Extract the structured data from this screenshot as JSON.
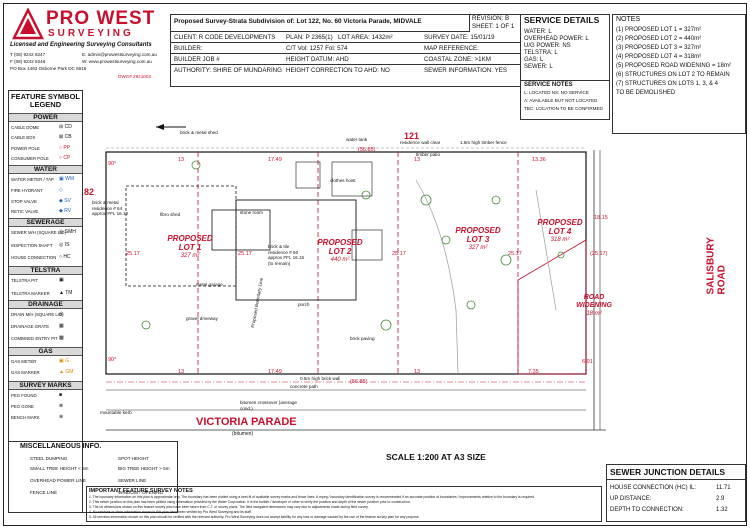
{
  "company": {
    "name": "PRO WEST",
    "subtitle": "SURVEYING",
    "tagline": "Licensed and Engineering Surveying Consultants",
    "phone": "T (08) 9242 8247",
    "fax": "F (08) 9242 8246",
    "email": "E: admin@prowestsurveying.com.au",
    "web": "W: www.prowestsurveying.com.au",
    "address": "PO Box 1463 Osborne Park DC 6916",
    "drawing_no": "DWG# 2921003",
    "brand_color": "#c8102e"
  },
  "header": {
    "title": "Proposed Survey-Strata Subdivision of: Lot 122, No. 60 Victoria Parade, MIDVALE",
    "revision": "REVISION: B",
    "sheet": "SHEET: 1 OF 1",
    "client": "CLIENT: R CODE DEVELOPMENTS",
    "plan": "PLAN: P 2365(1)",
    "lot_area": "LOT AREA: 1432m²",
    "survey_date": "SURVEY DATE: 15/01/19",
    "builder": "BUILDER:",
    "ct": "C/T  Vol: 1257  Fol: 574",
    "map_ref": "MAP REFERENCE:",
    "builder_job": "BUILDER JOB #",
    "height_datum": "HEIGHT DATUM: AHD",
    "coastal_zone": "COASTAL ZONE: >1KM",
    "authority": "AUTHORITY: SHIRE OF MUNDARING",
    "height_correction": "HEIGHT CORRECTION TO AHD: NO",
    "sewer_info": "SEWER INFORMATION: YES"
  },
  "service_details": {
    "title": "SERVICE DETAILS",
    "items": [
      "WATER: L",
      "OVERHEAD POWER: L",
      "U/G POWER: NS",
      "TELSTRA: L",
      "GAS: L",
      "SEWER: L"
    ],
    "notes_title": "SERVICE NOTES",
    "notes": [
      "L: LOCATED        NS: NO SERVICE",
      "A: AVAILABLE BUT NOT LOCATED",
      "TBC: LOCATION TO BE CONFIRMED"
    ]
  },
  "notes": {
    "title": "NOTES",
    "items": [
      "(1) PROPOSED LOT 1 = 327m²",
      "(2) PROPOSED LOT 2 = 440m²",
      "(3) PROPOSED LOT 3 = 327m²",
      "(4) PROPOSED LOT 4 = 318m²",
      "(5) PROPOSED ROAD WIDENING = 18m²",
      "(6) STRUCTURES ON LOT 2 TO REMAIN",
      "(7) STRUCTURES ON LOTS 1, 3, & 4",
      "     TO BE DEMOLISHED"
    ]
  },
  "legend": {
    "title": "FEATURE SYMBOL LEGEND",
    "sections": [
      {
        "name": "POWER",
        "items": [
          "CABLE DOME",
          "CABLE BOX",
          "POWER POLE",
          "CONSUMER POLE"
        ]
      },
      {
        "name": "WATER",
        "items": [
          "WATER METER / TAP",
          "FIRE HYDRANT",
          "STOP VALVE",
          "RETIC VALVE"
        ]
      },
      {
        "name": "SEWERAGE",
        "items": [
          "SEWER M/H (SQUARE LID)",
          "INSPECTION SHAFT",
          "HOUSE CONNECTION"
        ]
      },
      {
        "name": "TELSTRA",
        "items": [
          "TELSTRA PIT",
          "TELSTRA MARKER"
        ]
      },
      {
        "name": "DRAINAGE",
        "items": [
          "DRAIN M/H (SQUARE LID)",
          "DRAINAGE GRATE",
          "COMBINED ENTRY PIT"
        ]
      },
      {
        "name": "GAS",
        "items": [
          "GAS METER",
          "GAS MARKER"
        ]
      },
      {
        "name": "SURVEY MARKS",
        "items": [
          "PEG FOUND",
          "PEG GONE",
          "BENCH MARK"
        ]
      }
    ],
    "symbols": [
      "⊞ CD",
      "⊠ CB",
      "○ PP",
      "○ CP",
      "▣ WM",
      "◇",
      "◆ SV",
      "◆ RV",
      "◎ SMH",
      "◎ IS",
      "○ HC",
      "▣",
      "▲ TM",
      "◎",
      "▦",
      "▩",
      "▣ G",
      "▲ GM",
      "■",
      "⊗",
      "⊕"
    ]
  },
  "misc_info": {
    "title": "MISCELLANEOUS INFO.",
    "items": [
      "STEEL DUMPING",
      "SMALL TREE HEIGHT < 5m",
      "OVERHEAD POWER LINE",
      "FENCE LINE",
      "SPOT HEIGHT",
      "BIG TREE HEIGHT > 5m",
      "SEWER LINE",
      "WINDOW / OPENING"
    ]
  },
  "plan": {
    "lot_north": "121",
    "lot_west": "82",
    "road_south": "VICTORIA PARADE",
    "road_south_sub": "(bitumen)",
    "road_east": "SALISBURY ROAD",
    "scale": "SCALE 1:200 AT A3 SIZE",
    "lots": [
      {
        "label": "PROPOSED LOT 1",
        "area": "327 m²"
      },
      {
        "label": "PROPOSED LOT 2",
        "area": "440 m²"
      },
      {
        "label": "PROPOSED LOT 3",
        "area": "327 m²"
      },
      {
        "label": "PROPOSED LOT 4",
        "area": "318 m²"
      },
      {
        "label": "ROAD WIDENING",
        "area": "18 m²"
      }
    ],
    "labels": [
      "brick & metal shed",
      "timber patio",
      "clothes hoist",
      "fibro shed",
      "metal garage",
      "brick & tile residence # 60 approx FFL 16.15 (to remain)",
      "brick & metal residence # 64 approx FFL 16.10",
      "porch",
      "gravel driveway",
      "brick paving",
      "concrete path",
      "bitumen crossover (average cond.)",
      "mountable kerb",
      "residence wall clear",
      "1.8m high timber fence",
      "0.5m high brick wall",
      "Proposed Boundary Line",
      "water tank",
      "stone room"
    ],
    "dimensions": [
      "13",
      "17.49",
      "(56.85)",
      "13",
      "13.36",
      "25.17",
      "25.17",
      "25.17",
      "25.17",
      "(25.17)",
      "18.15",
      "13",
      "17.49",
      "(56.85)",
      "13",
      "7.35",
      "6.01",
      "90°",
      "90°"
    ]
  },
  "bottom_notes": {
    "title": "IMPORTANT FEATURE SURVEY NOTES",
    "lines": [
      "1. The boundary information on this plan is approximate only. The boundary has been plotted using a best-fit of available survey marks and fence lines. A repeg / boundary identification survey is recommended if an accurate position of boundaries / improvements relative to the boundary is required.",
      "2. This sewer junction on this plan has been plotted using information provided by the Water Corporation. It is the builder / developer or other to verify the position and depth of the sewer junction prior to construction.",
      "3. The lot dimensions shown on this feature survey plan have been taken from C.T. or survey plans. The field navigated dimensions may vary due to adjustments made during field survey.",
      "4. No services or other information shown in this plan have been verified by Pro West Surveying and its staff.",
      "5. All services information shown on this plan should be verified with the relevant authority. Pro West Surveying does not accept liability for any loss or damage caused by the use of the feature survey plan for any purpose."
    ]
  },
  "sewer_junction": {
    "title": "SEWER JUNCTION DETAILS",
    "rows": [
      {
        "label": "HOUSE CONNECTION (HC) IL:",
        "value": "11.71"
      },
      {
        "label": "UP DISTANCE:",
        "value": "2.9"
      },
      {
        "label": "DEPTH TO CONNECTION:",
        "value": "1.32"
      }
    ]
  }
}
